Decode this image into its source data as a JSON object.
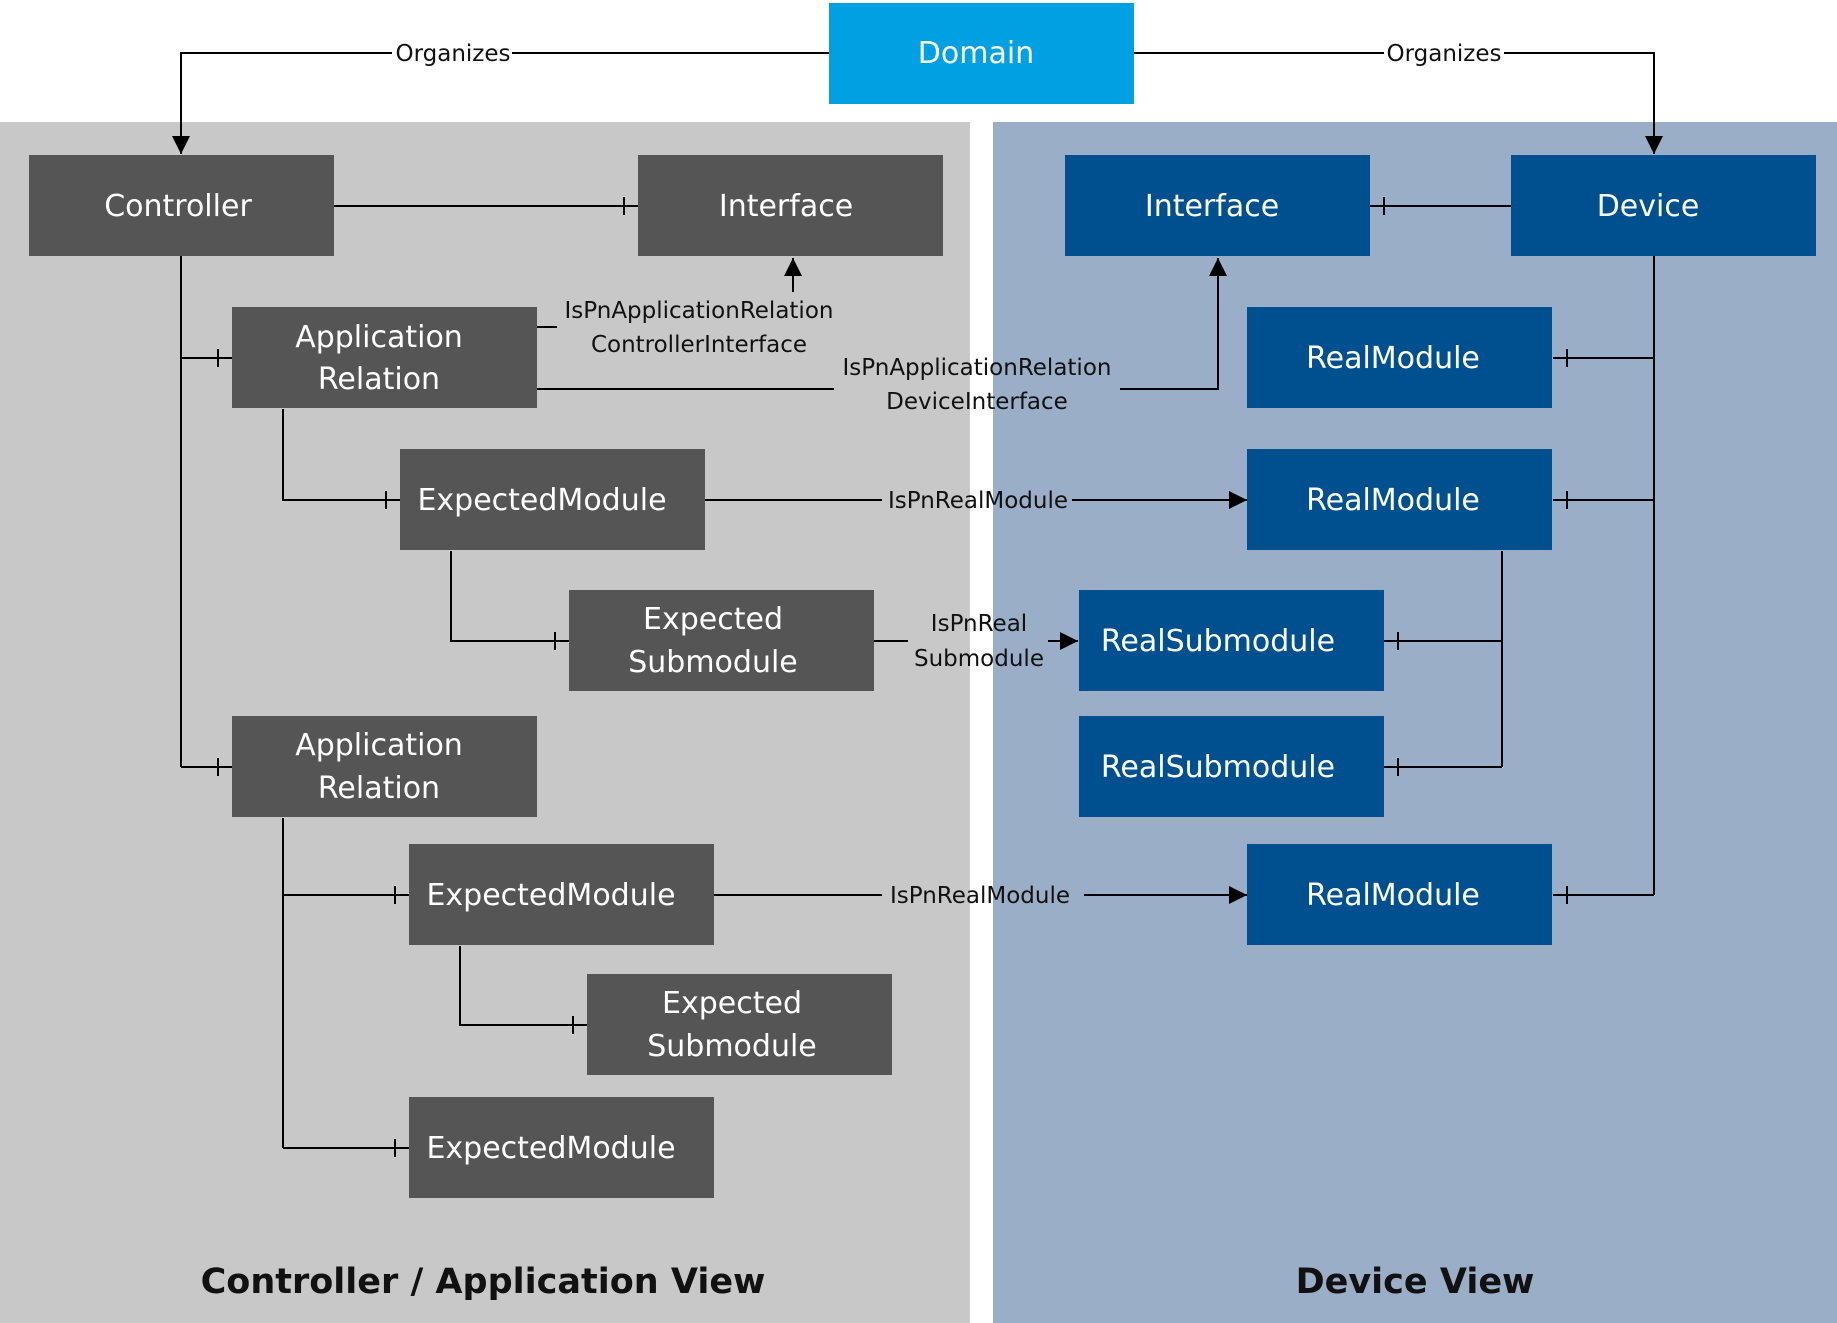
{
  "colors": {
    "left_panel": "#c8c8c8",
    "right_panel": "#9aaec7",
    "dark_node": "#555555",
    "blue_node": "#00508f",
    "domain_node": "#00a0e3"
  },
  "nodes": {
    "domain": "Domain",
    "controller": "Controller",
    "ctrl_interface": "Interface",
    "app_relation_1": [
      "Application",
      "Relation"
    ],
    "expected_module_1": "ExpectedModule",
    "expected_submodule_1": [
      "Expected",
      "Submodule"
    ],
    "app_relation_2": [
      "Application",
      "Relation"
    ],
    "expected_module_2": "ExpectedModule",
    "expected_submodule_2": [
      "Expected",
      "Submodule"
    ],
    "expected_module_3": "ExpectedModule",
    "dev_interface": "Interface",
    "device": "Device",
    "real_module_1": "RealModule",
    "real_module_2": "RealModule",
    "real_submodule_1": "RealSubmodule",
    "real_submodule_2": "RealSubmodule",
    "real_module_3": "RealModule"
  },
  "edges": {
    "organizes_left": "Organizes",
    "organizes_right": "Organizes",
    "ar_ctrl_interface": [
      "IsPnApplicationRelation",
      "ControllerInterface"
    ],
    "ar_dev_interface": [
      "IsPnApplicationRelation",
      "DeviceInterface"
    ],
    "real_module_1": "IsPnRealModule",
    "real_submodule": [
      "IsPnReal",
      "Submodule"
    ],
    "real_module_2": "IsPnRealModule"
  },
  "panels": {
    "left_title": "Controller / Application View",
    "right_title": "Device View"
  }
}
